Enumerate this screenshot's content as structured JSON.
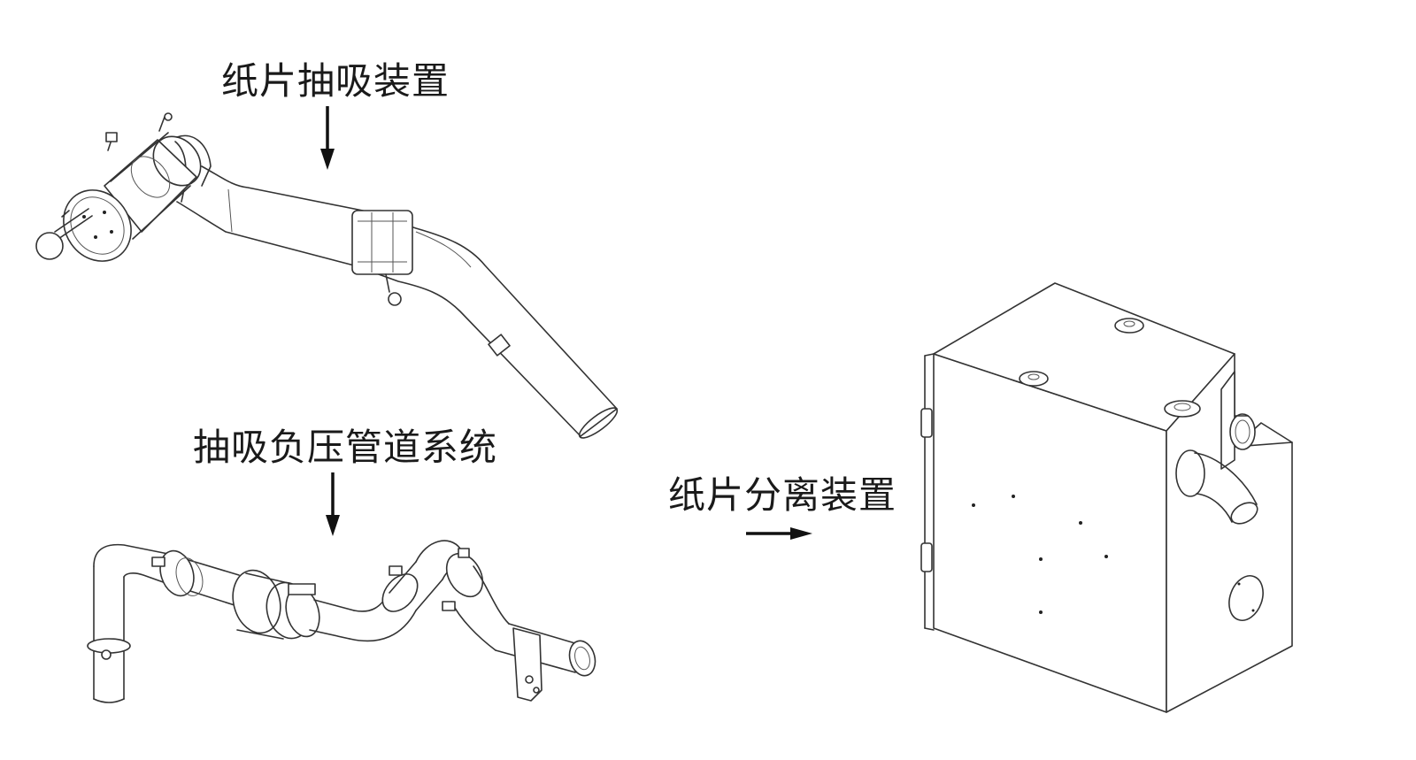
{
  "labels": {
    "suction_device": "纸片抽吸装置",
    "pipe_system": "抽吸负压管道系统",
    "separator_device": "纸片分离装置"
  },
  "colors": {
    "line": "#333333",
    "arrow": "#111111",
    "background": "#ffffff"
  }
}
